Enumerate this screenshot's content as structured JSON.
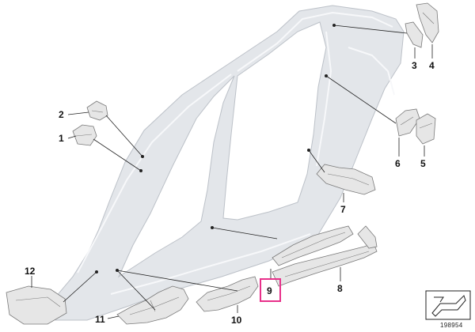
{
  "colors": {
    "frame_fill": "#e3e6ea",
    "frame_stroke": "#bcc1c8",
    "part_fill": "#e6e6e6",
    "part_stroke": "#7a7a7a",
    "highlight": "#e8308a",
    "leader": "#222222"
  },
  "callouts": {
    "c1": "1",
    "c2": "2",
    "c3": "3",
    "c4": "4",
    "c5": "5",
    "c6": "6",
    "c7": "7",
    "c8": "8",
    "c9": "9",
    "c10": "10",
    "c11": "11",
    "c12": "12"
  },
  "highlighted_part": "9",
  "diagram_number": "198954",
  "icons": {
    "corner_symbol": "arrow-cutaway-icon"
  }
}
